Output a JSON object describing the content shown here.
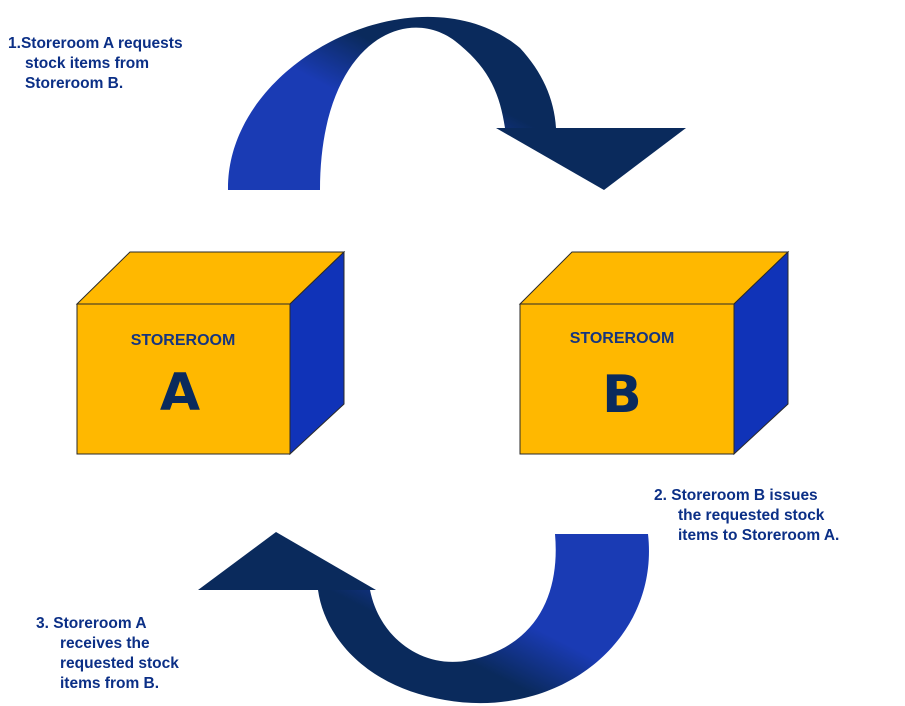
{
  "colors": {
    "box_front": "#FFB800",
    "box_top": "#FFB800",
    "box_side": "#1033B8",
    "arrow_light": "#1A3BB4",
    "arrow_dark": "#0A2A5C",
    "text": "#0B2F86"
  },
  "boxes": [
    {
      "label": "STOREROOM",
      "letter": "A"
    },
    {
      "label": "STOREROOM",
      "letter": "B"
    }
  ],
  "steps": [
    {
      "number": "1.",
      "lines": [
        "Storeroom A requests",
        "stock items from",
        "Storeroom B."
      ]
    },
    {
      "number": "2.",
      "lines": [
        "Storeroom B issues",
        "the requested stock",
        "items to Storeroom A."
      ]
    },
    {
      "number": "3.",
      "lines": [
        "Storeroom A",
        "receives the",
        "requested stock",
        "items from B."
      ]
    }
  ]
}
